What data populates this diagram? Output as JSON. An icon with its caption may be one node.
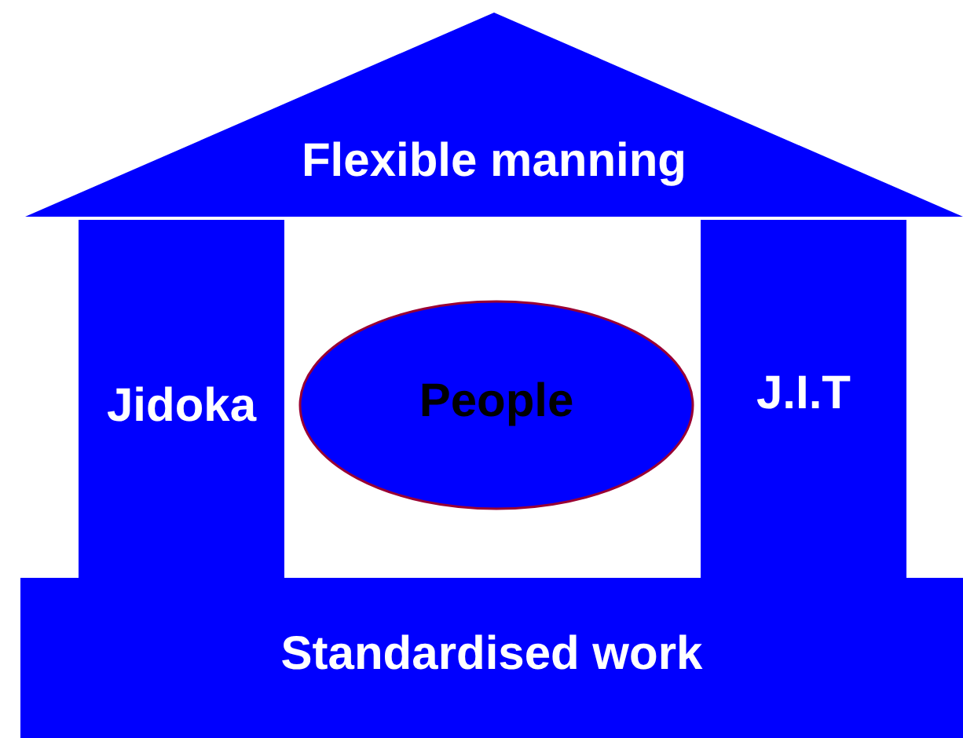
{
  "diagram": {
    "nodes": [
      {
        "text": [
          "Flexible manning"
        ]
      },
      {
        "text": [
          "Jidoka"
        ]
      },
      {
        "text": [
          "People"
        ]
      },
      {
        "text": [
          "J.I.T"
        ]
      },
      {
        "text": [
          "Standardised work"
        ]
      }
    ]
  }
}
